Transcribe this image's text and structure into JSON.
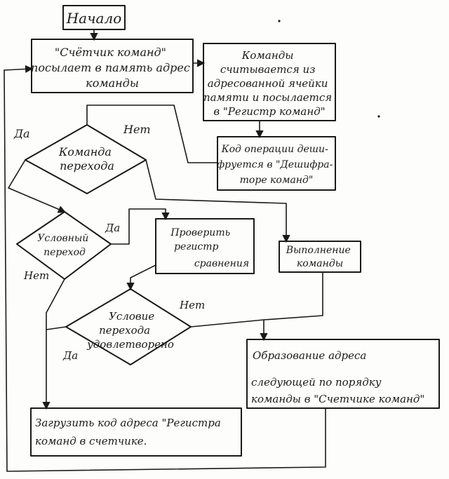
{
  "diagram": {
    "start": "Начало",
    "step1": [
      "\"Счётчик команд\"",
      "посылает в память адрес",
      "команды"
    ],
    "step2": [
      "Команды",
      "считывается из",
      "адресованной ячейки",
      "памяти и посылается",
      "в \"Регистр команд\""
    ],
    "step3": [
      "Код операции деши-",
      "фруется в \"Дешифра-",
      "торе команд\""
    ],
    "decision1": [
      "Команда",
      "перехода"
    ],
    "decision2": [
      "Условный",
      "переход"
    ],
    "step4": [
      "Проверить",
      "регистр",
      "сравнения"
    ],
    "step5": [
      "Выполнение",
      "команды"
    ],
    "decision3": [
      "Условие",
      "перехода",
      "удовлетворено"
    ],
    "step6": [
      "Образование адреса",
      "следующей по порядку",
      "команды в \"Счетчике команд\""
    ],
    "step7": [
      "Загрузить код адреса \"Регистра",
      "команд в счетчике."
    ],
    "labels": {
      "yes": "Да",
      "no": "Нет"
    }
  }
}
